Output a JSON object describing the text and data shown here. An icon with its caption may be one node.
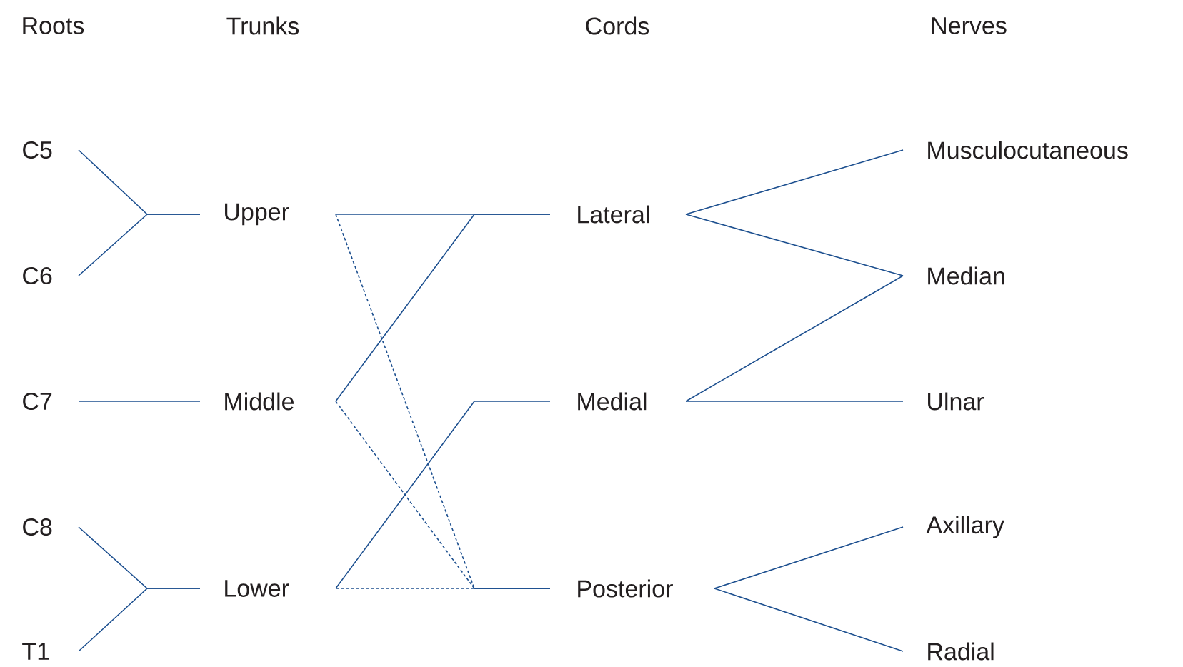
{
  "diagram": {
    "nodes": [
      {
        "text": [
          "C5"
        ]
      },
      {
        "text": [
          "C6"
        ]
      },
      {
        "text": [
          "C7"
        ]
      },
      {
        "text": [
          "C8"
        ]
      },
      {
        "text": [
          "T1"
        ]
      },
      {
        "text": [
          "Upper"
        ]
      },
      {
        "text": [
          "Middle"
        ]
      },
      {
        "text": [
          "Lower"
        ]
      },
      {
        "text": [
          "Lateral"
        ]
      },
      {
        "text": [
          "Medial"
        ]
      },
      {
        "text": [
          "Posterior"
        ]
      },
      {
        "text": [
          "Musculocutaneous"
        ]
      },
      {
        "text": [
          "Median"
        ]
      },
      {
        "text": [
          "Ulnar"
        ]
      },
      {
        "text": [
          "Axillary"
        ]
      },
      {
        "text": [
          "Radial"
        ]
      }
    ],
    "edges": [
      {
        "from": 0,
        "to": 5,
        "arrow": "none"
      },
      {
        "from": 1,
        "to": 5,
        "arrow": "none"
      },
      {
        "from": 2,
        "to": 6,
        "arrow": "none"
      },
      {
        "from": 3,
        "to": 7,
        "arrow": "none"
      },
      {
        "from": 4,
        "to": 7,
        "arrow": "none"
      },
      {
        "from": 5,
        "to": 8,
        "arrow": "none"
      },
      {
        "from": 6,
        "to": 8,
        "arrow": "none"
      },
      {
        "from": 7,
        "to": 9,
        "arrow": "none"
      },
      {
        "from": 5,
        "to": 10,
        "arrow": "none",
        "style": "dashed"
      },
      {
        "from": 6,
        "to": 10,
        "arrow": "none",
        "style": "dashed"
      },
      {
        "from": 7,
        "to": 10,
        "arrow": "none",
        "style": "dashed"
      },
      {
        "from": 8,
        "to": 11,
        "arrow": "none"
      },
      {
        "from": 8,
        "to": 12,
        "arrow": "none"
      },
      {
        "from": 9,
        "to": 12,
        "arrow": "none"
      },
      {
        "from": 9,
        "to": 13,
        "arrow": "none"
      },
      {
        "from": 10,
        "to": 14,
        "arrow": "none"
      },
      {
        "from": 10,
        "to": 15,
        "arrow": "none"
      }
    ],
    "labels": [
      "Roots",
      "Trunks",
      "Cords",
      "Nerves"
    ]
  }
}
